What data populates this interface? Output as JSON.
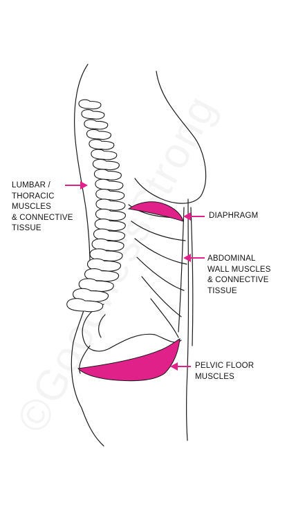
{
  "labels": {
    "lumbar": [
      "LUMBAR /",
      "THORACIC",
      "MUSCLES",
      "& CONNECTIVE",
      "TISSUE"
    ],
    "diaphragm": [
      "DIAPHRAGM"
    ],
    "abdominal": [
      "ABDOMINAL",
      "WALL MUSCLES",
      "& CONNECTIVE",
      "TISSUE"
    ],
    "pelvic": [
      "PELVIC FLOOR",
      "MUSCLES"
    ]
  },
  "watermark": "©GoodnessStrong",
  "colors": {
    "accent": "#e0218a",
    "line": "#1a1a1a",
    "background": "#ffffff"
  }
}
